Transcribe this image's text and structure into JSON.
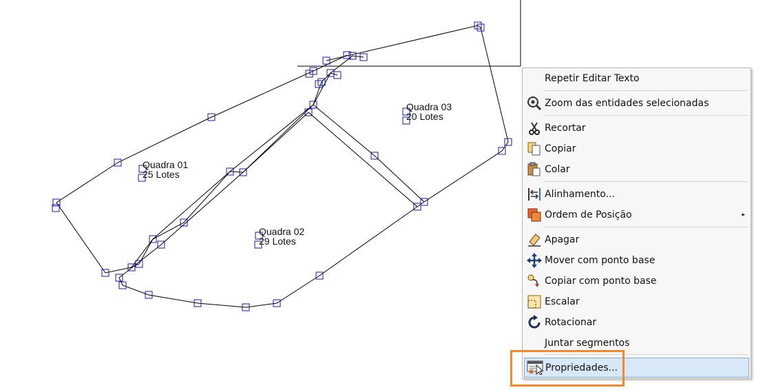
{
  "drawing": {
    "blocks": [
      {
        "name": "Quadra 01",
        "lots": "25 Lotes"
      },
      {
        "name": "Quadra 02",
        "lots": "29 Lotes"
      },
      {
        "name": "Quadra 03",
        "lots": "20 Lotes"
      }
    ]
  },
  "context_menu": {
    "items": [
      {
        "label": "Repetir Editar Texto",
        "icon": "none"
      },
      {
        "label": "Zoom das entidades selecionadas",
        "icon": "zoom-selection-icon"
      },
      {
        "label": "Recortar",
        "icon": "scissors-icon"
      },
      {
        "label": "Copiar",
        "icon": "copy-icon"
      },
      {
        "label": "Colar",
        "icon": "paste-icon"
      },
      {
        "label": "Alinhamento...",
        "icon": "align-icon"
      },
      {
        "label": "Ordem de Posição",
        "icon": "draw-order-icon",
        "has_submenu": true
      },
      {
        "label": "Apagar",
        "icon": "eraser-icon"
      },
      {
        "label": "Mover com ponto base",
        "icon": "move-icon"
      },
      {
        "label": "Copiar com ponto base",
        "icon": "copy-base-point-icon"
      },
      {
        "label": "Escalar",
        "icon": "scale-icon"
      },
      {
        "label": "Rotacionar",
        "icon": "rotate-icon"
      },
      {
        "label": "Juntar segmentos",
        "icon": "none"
      },
      {
        "label": "Propriedades...",
        "icon": "properties-icon",
        "highlighted": true
      }
    ],
    "submenu_arrow": "▸"
  },
  "colors": {
    "grip": "#1a1aa6",
    "line": "#000000",
    "highlight_bg": "#d9e8f7",
    "highlight_border": "#7eaad8",
    "focus_outline": "#f08a2c"
  }
}
